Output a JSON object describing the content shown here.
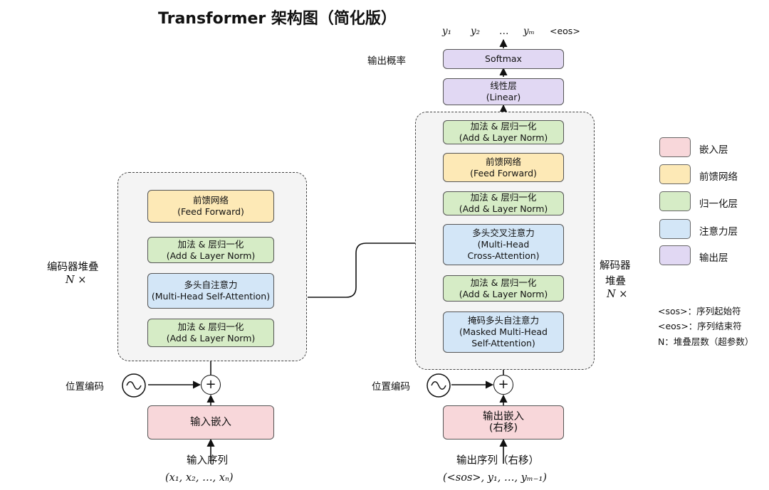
{
  "title": "Transformer 架构图（简化版）",
  "outputs": {
    "y1": "y₁",
    "y2": "y₂",
    "ellipsis": "…",
    "ym": "yₘ",
    "eos": "<eos>"
  },
  "output_prob_label": "输出概率",
  "decoder": {
    "softmax": "Softmax",
    "linear_cn": "线性层",
    "linear_en": "(Linear)",
    "addnorm_cn": "加法 & 层归一化",
    "addnorm_en": "(Add & Layer Norm)",
    "ff_cn": "前馈网络",
    "ff_en": "(Feed Forward)",
    "cross_l1": "多头交叉注意力",
    "cross_l2": "(Multi-Head",
    "cross_l3": "Cross-Attention)",
    "masked_l1": "掩码多头自注意力",
    "masked_l2": "(Masked Multi-Head",
    "masked_l3": "Self-Attention)",
    "stack_label_l1": "解码器",
    "stack_label_l2": "堆叠",
    "stack_n": "N ×",
    "pos_label": "位置编码",
    "embed_l1": "输出嵌入",
    "embed_l2": "(右移)",
    "seq_label": "输出序列（右移）",
    "seq_value": "(<sos>, y₁, …, yₘ₋₁)"
  },
  "encoder": {
    "ff_cn": "前馈网络",
    "ff_en": "(Feed Forward)",
    "addnorm_cn": "加法 & 层归一化",
    "addnorm_en": "(Add & Layer Norm)",
    "self_cn": "多头自注意力",
    "self_en": "(Multi-Head Self-Attention)",
    "stack_label": "编码器堆叠",
    "stack_n": "N ×",
    "pos_label": "位置编码",
    "embed": "输入嵌入",
    "seq_label": "输入序列",
    "seq_value": "(x₁, x₂, …, xₙ)"
  },
  "legend": [
    {
      "label": "嵌入层",
      "color": "#f8d7da"
    },
    {
      "label": "前馈网络",
      "color": "#fde9b6"
    },
    {
      "label": "归一化层",
      "color": "#d6ecc6"
    },
    {
      "label": "注意力层",
      "color": "#d3e6f7"
    },
    {
      "label": "输出层",
      "color": "#e1d8f3"
    }
  ],
  "notes": {
    "sos": "<sos>：序列起始符",
    "eos": "<eos>：序列结束符",
    "n": "N：堆叠层数（超参数）"
  },
  "plus_symbol": "+"
}
